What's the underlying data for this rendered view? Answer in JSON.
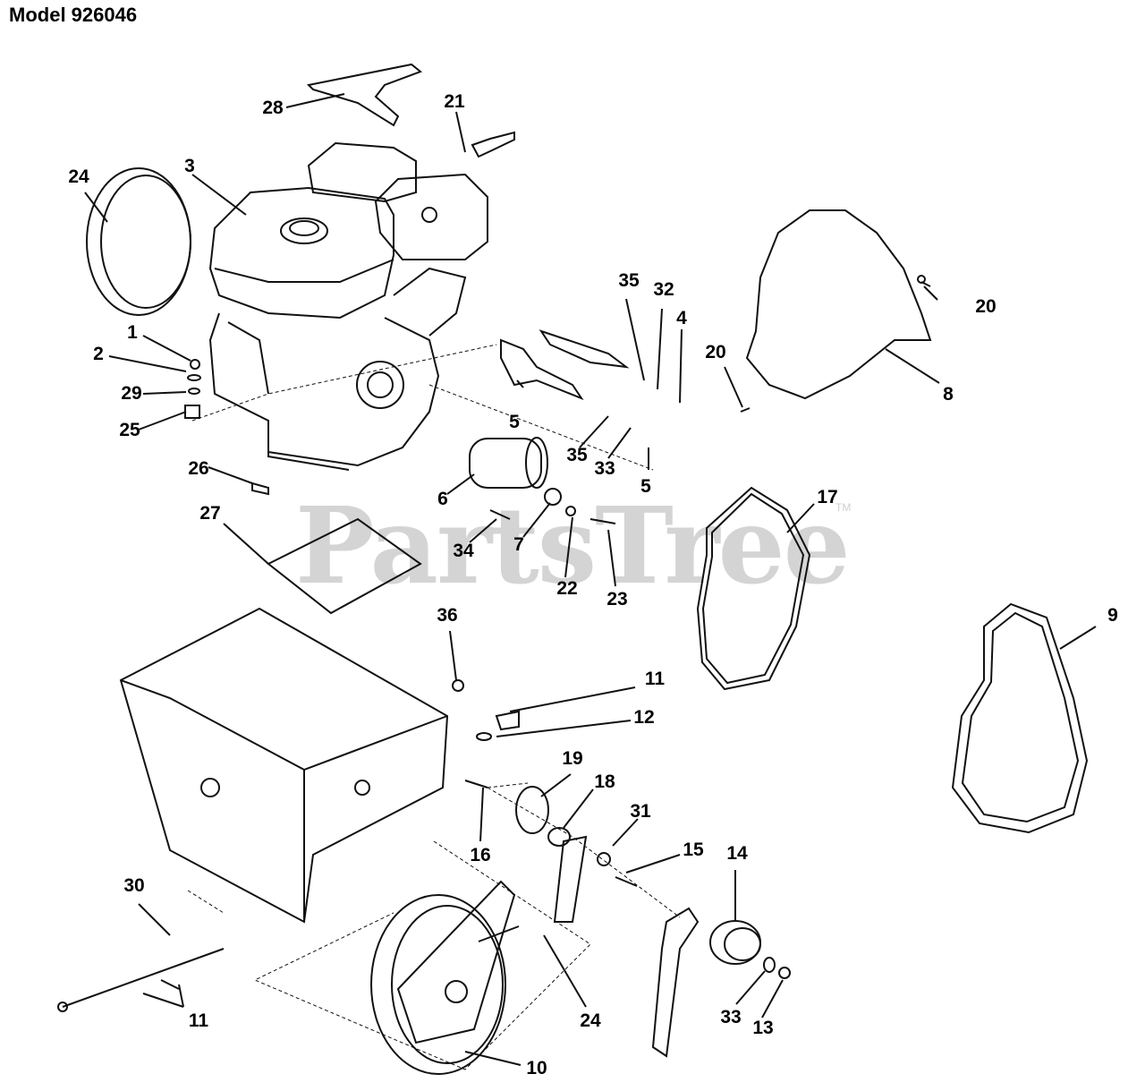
{
  "title": "Model 926046",
  "watermark": "PartsTree",
  "watermark_mark": "TM",
  "callouts": [
    "1",
    "2",
    "3",
    "4",
    "5",
    "5",
    "6",
    "7",
    "8",
    "9",
    "10",
    "11",
    "11",
    "12",
    "13",
    "14",
    "15",
    "16",
    "17",
    "18",
    "19",
    "20",
    "20",
    "21",
    "22",
    "23",
    "24",
    "24",
    "25",
    "26",
    "27",
    "28",
    "29",
    "30",
    "31",
    "32",
    "33",
    "33",
    "34",
    "35",
    "35",
    "36"
  ]
}
